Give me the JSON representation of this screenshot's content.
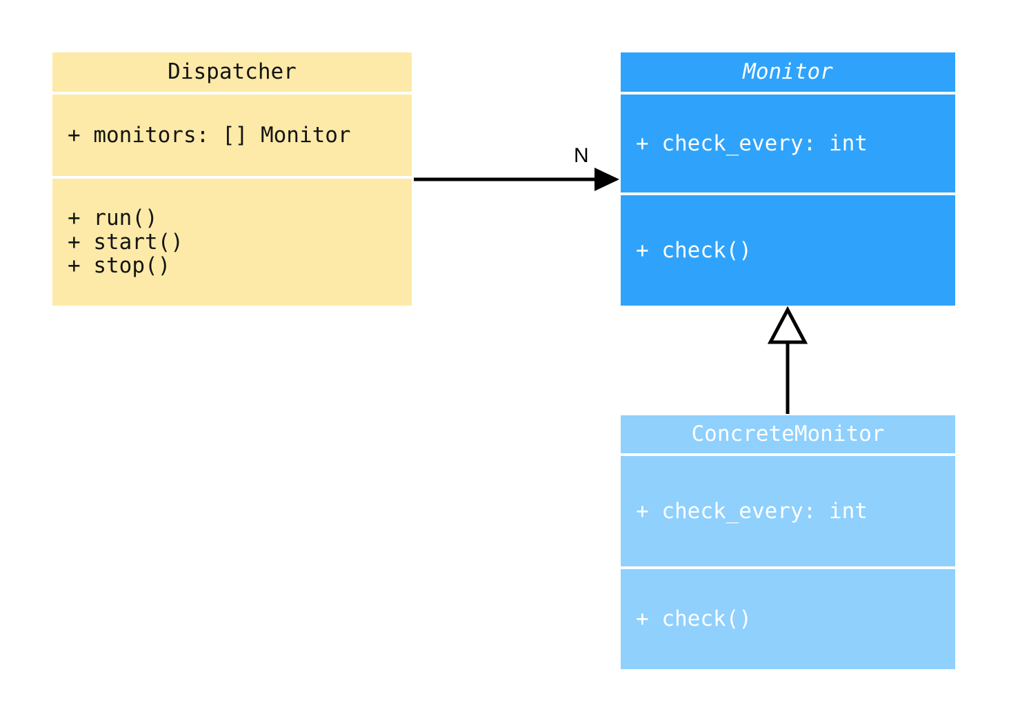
{
  "diagram": {
    "type": "uml-class-diagram",
    "background": "#ffffff",
    "classes": [
      {
        "id": "dispatcher",
        "name": "Dispatcher",
        "abstract": false,
        "fill": "#fdeaa8",
        "text_color": "#141414",
        "attributes": [
          "+ monitors: [] Monitor"
        ],
        "methods": [
          "+ run()",
          "+ start()",
          "+ stop()"
        ]
      },
      {
        "id": "monitor",
        "name": "Monitor",
        "abstract": true,
        "fill": "#2fa3fb",
        "text_color": "#ffffff",
        "attributes": [
          "+ check_every: int"
        ],
        "methods": [
          "+ check()"
        ]
      },
      {
        "id": "concretemonitor",
        "name": "ConcreteMonitor",
        "abstract": false,
        "fill": "#8fd0fd",
        "text_color": "#ffffff",
        "attributes": [
          "+ check_every: int"
        ],
        "methods": [
          "+ check()"
        ]
      }
    ],
    "relationships": [
      {
        "id": "dispatcher-to-monitor",
        "kind": "association",
        "arrow": "filled-arrowhead",
        "from": "Dispatcher",
        "to": "Monitor",
        "label": "N",
        "stroke": "#000000"
      },
      {
        "id": "concretemonitor-to-monitor",
        "kind": "generalization",
        "arrow": "hollow-triangle",
        "from": "ConcreteMonitor",
        "to": "Monitor",
        "label": "",
        "stroke": "#000000"
      }
    ]
  }
}
